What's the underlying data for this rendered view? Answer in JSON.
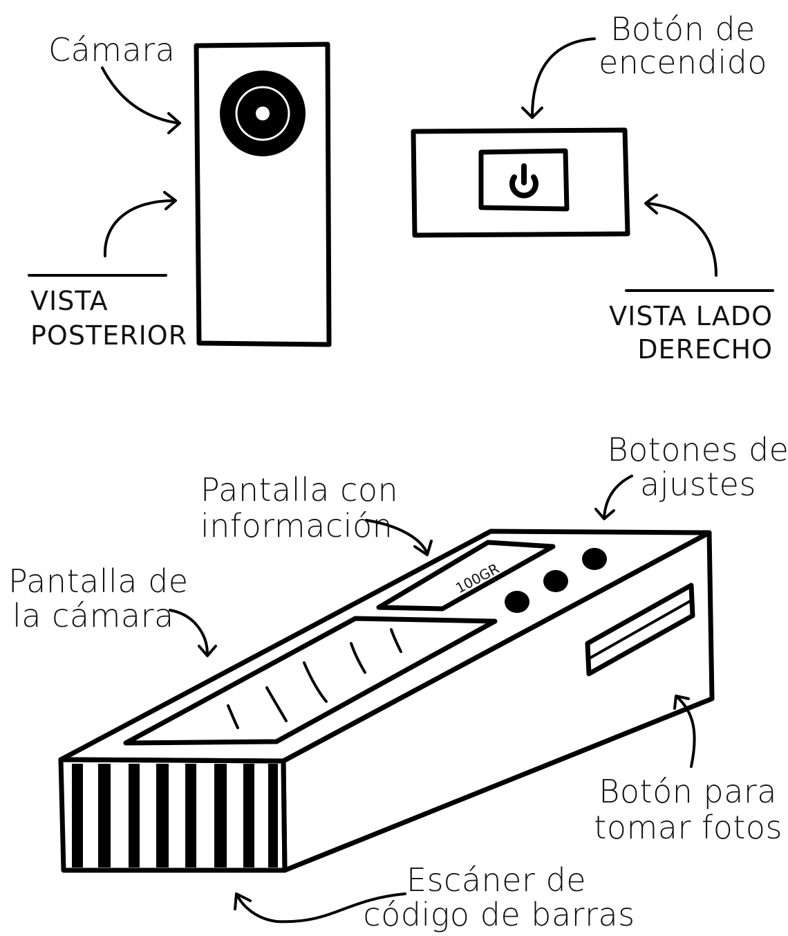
{
  "colors": {
    "ink": "#000000",
    "background": "#ffffff"
  },
  "back_view": {
    "title_lines": [
      "VISTA",
      "POSTERIOR"
    ],
    "camera_label": "Cámara"
  },
  "right_side_view": {
    "title_lines": [
      "VISTA LADO",
      "DERECHO"
    ],
    "power_label_lines": [
      "Botón de",
      "encendido"
    ],
    "power_icon": "power-icon"
  },
  "device_3d": {
    "info_screen_label_lines": [
      "Pantalla con",
      "información"
    ],
    "settings_buttons_label_lines": [
      "Botones de",
      "ajustes"
    ],
    "camera_screen_label_lines": [
      "Pantalla de",
      "la cámara"
    ],
    "photo_button_label_lines": [
      "Botón para",
      "tomar fotos"
    ],
    "scanner_label_lines": [
      "Escáner de",
      "código de barras"
    ],
    "info_screen_text": "100GR"
  }
}
